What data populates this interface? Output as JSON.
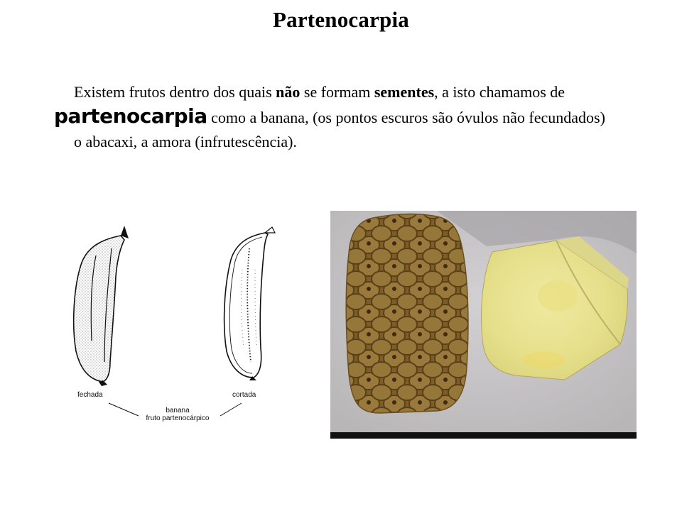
{
  "slide": {
    "title": "Partenocarpia",
    "paragraph": {
      "t1": "Existem frutos dentro dos quais ",
      "b1": "não",
      "t2": " se formam ",
      "b2": "sementes",
      "t3": ", a isto chamamos de ",
      "b3": "partenocarpia",
      "t4": " como a banana, (os pontos escuros são óvulos não fecundados)",
      "t5": "o abacaxi, a amora (infrutescência)."
    }
  },
  "banana_figure": {
    "label_closed": "fechada",
    "label_cut": "cortada",
    "caption_line1": "banana",
    "caption_line2": "fruto partenocárpico"
  },
  "pineapple_photo": {
    "description": "pineapple-whole-and-cut",
    "colors": {
      "background": "#c9c6c8",
      "skin": "#8a6a2e",
      "flesh": "#e8e49a",
      "bottom_strip": "#111111"
    }
  }
}
